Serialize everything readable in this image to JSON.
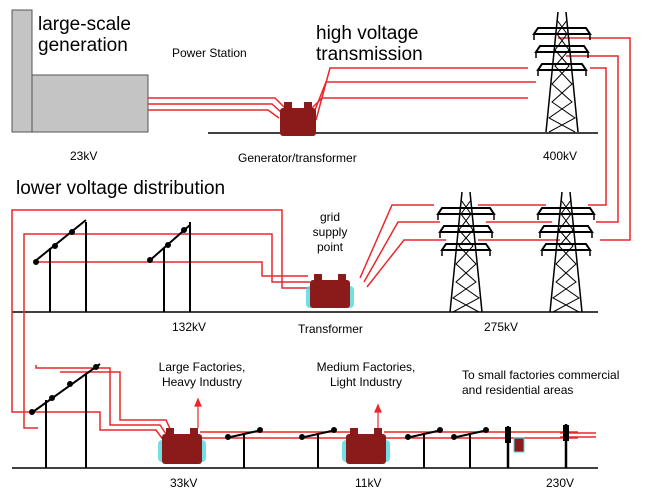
{
  "labels": {
    "large_scale_generation": [
      "large-scale",
      "generation"
    ],
    "power_station": "Power Station",
    "high_voltage_transmission": [
      "high voltage",
      "transmission"
    ],
    "v23kv": "23kV",
    "generator_transformer": "Generator/transformer",
    "v400kv": "400kV",
    "lower_voltage_distribution": "lower voltage distribution",
    "grid_supply_point": [
      "grid",
      "supply",
      "point"
    ],
    "v132kv": "132kV",
    "transformer": "Transformer",
    "v275kv": "275kV",
    "large_factories": [
      "Large Factories,",
      "Heavy Industry"
    ],
    "medium_factories": [
      "Medium Factories,",
      "Light Industry"
    ],
    "small_factories": [
      "To small factories commercial",
      "and residential areas"
    ],
    "v33kv": "33kV",
    "v11kv": "11kV",
    "v230v": "230V"
  },
  "colors": {
    "wire": "#e8282d",
    "transformer": "#8b1a1a",
    "transformer_glow": "#4fd6e0",
    "station": "#c4c4c4",
    "line": "#000000"
  }
}
